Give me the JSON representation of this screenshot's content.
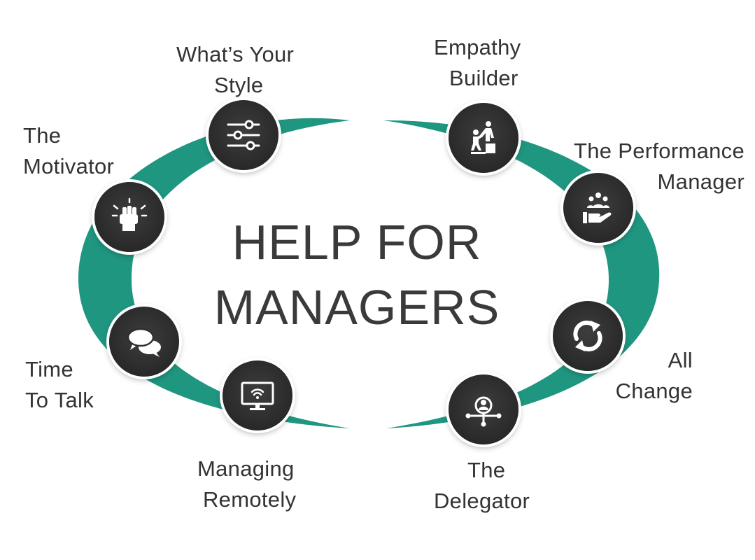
{
  "title": {
    "line1": "HELP FOR",
    "line2": "MANAGERS"
  },
  "colors": {
    "accent": "#1f9680",
    "node": "#2e2e2e",
    "text": "#333333"
  },
  "items": [
    {
      "name": "whats-your-style",
      "icon": "sliders-icon",
      "lines": [
        "What’s Your",
        "Style"
      ]
    },
    {
      "name": "empathy-builder",
      "icon": "helping-hand-people-icon",
      "lines": [
        "Empathy",
        "Builder"
      ]
    },
    {
      "name": "the-performance-manager",
      "icon": "hand-people-icon",
      "lines": [
        "The Performance",
        "Manager"
      ]
    },
    {
      "name": "all-change",
      "icon": "refresh-arrows-icon",
      "lines": [
        "All",
        "Change"
      ]
    },
    {
      "name": "the-delegator",
      "icon": "network-person-icon",
      "lines": [
        "The",
        "Delegator"
      ]
    },
    {
      "name": "managing-remotely",
      "icon": "wifi-monitor-icon",
      "lines": [
        "Managing",
        "Remotely"
      ]
    },
    {
      "name": "time-to-talk",
      "icon": "speech-bubbles-icon",
      "lines": [
        "Time",
        "To Talk"
      ]
    },
    {
      "name": "the-motivator",
      "icon": "raised-fist-icon",
      "lines": [
        "The",
        "Motivator"
      ]
    }
  ]
}
